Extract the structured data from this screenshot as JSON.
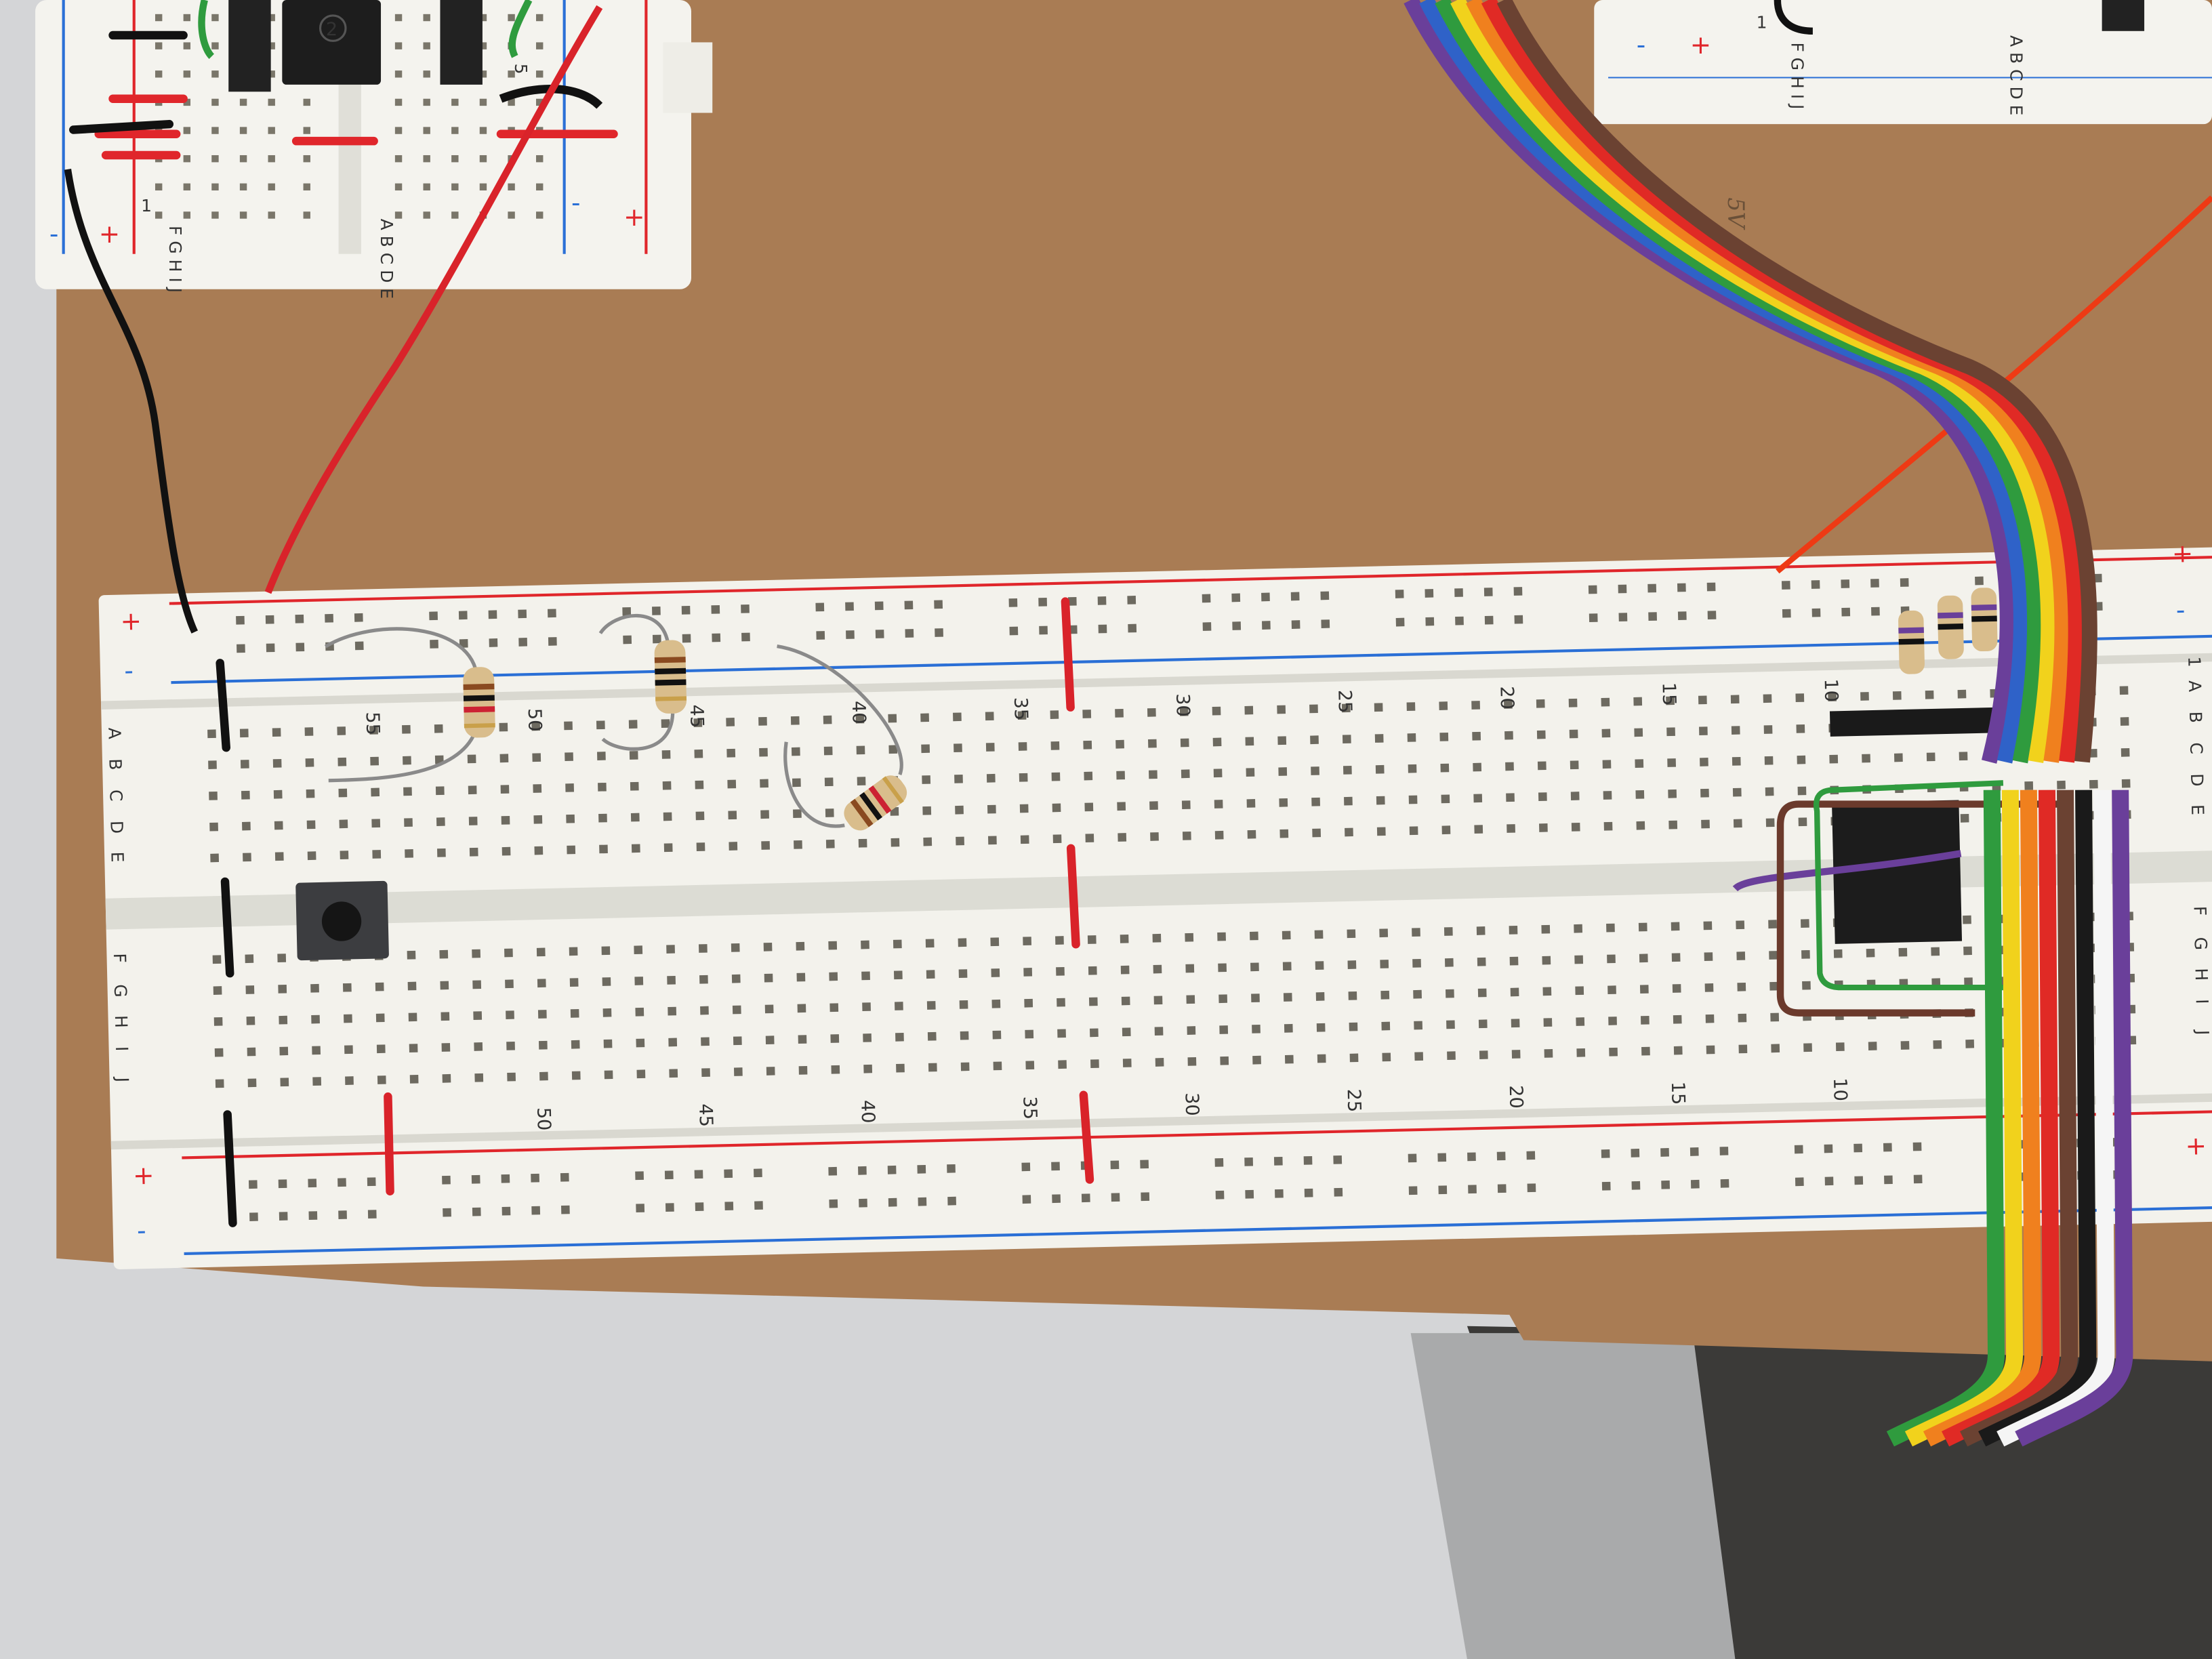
{
  "main_board": {
    "top_numbers": [
      "55",
      "50",
      "45",
      "40",
      "35",
      "30",
      "25",
      "20",
      "15",
      "10"
    ],
    "bottom_numbers": [
      "50",
      "45",
      "40",
      "35",
      "30",
      "25",
      "20",
      "15",
      "10"
    ],
    "rows_top": [
      "A",
      "B",
      "C",
      "D",
      "E"
    ],
    "rows_bottom": [
      "F",
      "G",
      "H",
      "I",
      "J"
    ],
    "right_edge_labels": [
      "1",
      "A",
      "B",
      "C",
      "D",
      "E",
      "F",
      "G",
      "H",
      "I",
      "J"
    ],
    "plus": "+",
    "minus": "-"
  },
  "top_left_board": {
    "rows_left": "F G H I J",
    "rows_right": "A B C D E",
    "column_label_1": "1",
    "column_label_5": "5",
    "chip_mark": "2",
    "plus": "+",
    "minus": "-"
  },
  "top_right_board": {
    "rows_left": "F G H I J",
    "rows_right": "A B C D E",
    "column_label_1": "1",
    "plus": "+",
    "minus": "-"
  },
  "cardboard_note": "5V",
  "colors": {
    "cardboard": "#a97c54",
    "board": "#f3f2ec",
    "rail_red": "#e0262b",
    "rail_blue": "#2a6fd6",
    "ribbon": [
      "#6a3f9a",
      "#2f62c8",
      "#2f9b3e",
      "#f1d21c",
      "#f0801e",
      "#e02a25",
      "#6b4232"
    ],
    "ribbon2": [
      "#2f9b3e",
      "#f1d21c",
      "#f0801e",
      "#e02a25",
      "#6b4232",
      "#1a1a1a",
      "#f5f5f5",
      "#6a3f9a"
    ]
  }
}
